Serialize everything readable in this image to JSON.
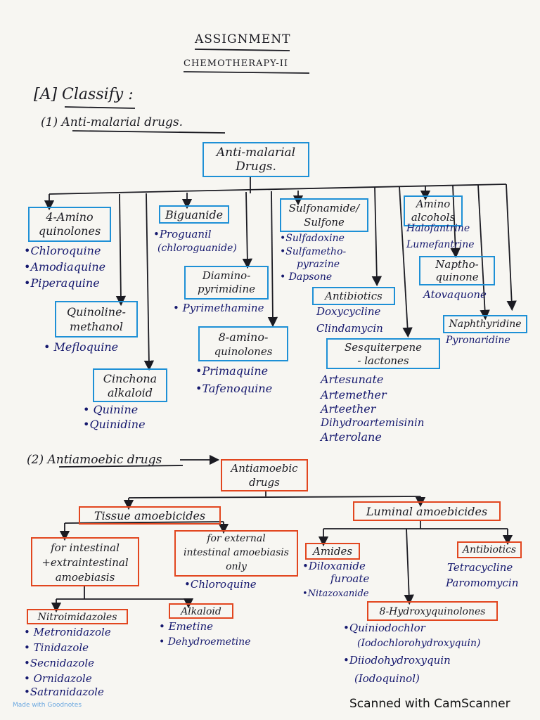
{
  "title": "ASSIGNMENT",
  "subtitle": "CHEMOTHERAPY-II",
  "section_a": "[A] Classify :",
  "q1": {
    "heading": "(1) Anti-malarial drugs.",
    "root": [
      "Anti-malarial",
      "Drugs."
    ],
    "amino4": {
      "label": [
        "4-Amino",
        "quinolones"
      ],
      "items": [
        "•Chloroquine",
        "•Amodiaquine",
        "•Piperaquine"
      ]
    },
    "quinoline": {
      "label": [
        "Quinoline-",
        "methanol"
      ],
      "items": [
        "• Mefloquine"
      ]
    },
    "cinchona": {
      "label": [
        "Cinchona",
        "alkaloid"
      ],
      "items": [
        "• Quinine",
        "•Quinidine"
      ]
    },
    "biguanide": {
      "label": [
        "Biguanide"
      ],
      "items": [
        "•Proguanil",
        "(chloroguanide)"
      ]
    },
    "diamino": {
      "label": [
        "Diamino-",
        "pyrimidine"
      ],
      "items": [
        "• Pyrimethamine"
      ]
    },
    "amino8": {
      "label": [
        "8-amino-",
        "quinolones"
      ],
      "items": [
        "•Primaquine",
        "•Tafenoquine"
      ]
    },
    "sulfonamide": {
      "label": [
        "Sulfonamide/",
        "Sulfone"
      ],
      "items": [
        "•Sulfadoxine",
        "•Sulfametho-",
        "pyrazine",
        "• Dapsone"
      ]
    },
    "antibiotics": {
      "label": [
        "Antibiotics"
      ],
      "items": [
        "Doxycycline",
        "Clindamycin"
      ]
    },
    "sesquiterpene": {
      "label": [
        "Sesquiterpene",
        "- lactones"
      ],
      "items": [
        "Artesunate",
        "Artemether",
        "Arteether",
        "Dihydroartemisinin",
        "Arterolane"
      ]
    },
    "aminoalc": {
      "label": [
        "Amino",
        "alcohols"
      ],
      "items": [
        "Halofantrine",
        "Lumefantrine"
      ]
    },
    "naptho": {
      "label": [
        "Naptho-",
        "quinone"
      ],
      "items": [
        "Atovaquone"
      ]
    },
    "naphthyridine": {
      "label": [
        "Naphthyridine"
      ],
      "items": [
        "Pyronaridine"
      ]
    }
  },
  "q2": {
    "heading": "(2) Antiamoebic drugs",
    "root": [
      "Antiamoebic",
      "drugs"
    ],
    "tissue": "Tissue amoebicides",
    "luminal": "Luminal amoebicides",
    "intestinal": [
      "for intestinal",
      "+extraintestinal",
      "amoebiasis"
    ],
    "external": [
      "for external",
      "intestinal amoebiasis",
      "only"
    ],
    "external_items": [
      "•Chloroquine"
    ],
    "amides": {
      "label": "Amides",
      "items": [
        "•Diloxanide",
        "furoate",
        "•Nitazoxanide"
      ]
    },
    "antibiotics": {
      "label": "Antibiotics",
      "items": [
        "Tetracycline",
        "Paromomycin"
      ]
    },
    "nitro": {
      "label": "Nitroimidazoles",
      "items": [
        "• Metronidazole",
        "• Tinidazole",
        "•Secnidazole",
        "• Ornidazole",
        "•Satranidazole"
      ]
    },
    "alkaloid": {
      "label": "Alkaloid",
      "items": [
        "• Emetine",
        "• Dehydroemetine"
      ]
    },
    "hydroxy": {
      "label": "8-Hydroxyquinolones",
      "items": [
        "•Quiniodochlor",
        "(Iodochlorohydroxyquin)",
        "•Diiodohydroxyquin",
        "(Iodoquinol)"
      ]
    }
  },
  "footer": {
    "scanner": "Scanned with CamScanner",
    "made_with": "Made with Goodnotes"
  },
  "colors": {
    "blue_box": "#1e90d6",
    "red_box": "#e2461f",
    "ink_black": "#1b1b22",
    "ink_navy": "#15186e",
    "paper": "#f7f6f2"
  }
}
